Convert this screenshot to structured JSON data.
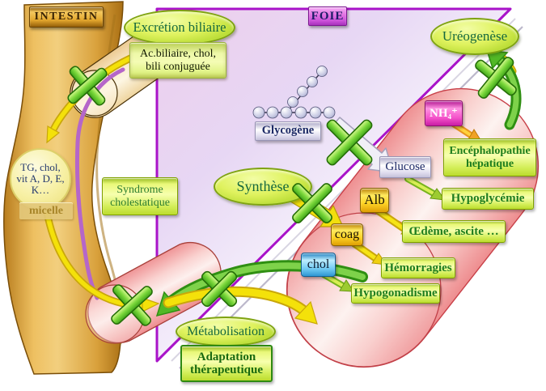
{
  "header": {
    "intestin": "INTESTIN",
    "foie": "FOIE"
  },
  "excretion_biliaire": {
    "title": "Excrétion biliaire",
    "substrates_line1": "Ac.biliaire,  chol,",
    "substrates_line2": "bili conjuguée"
  },
  "intestin_details": {
    "micelle_circle_line1": "TG, chol,",
    "micelle_circle_line2": "vit A, D, E,",
    "micelle_circle_line3": "K…",
    "micelle_label": "micelle",
    "syndrome_line1": "Syndrome",
    "syndrome_line2": "cholestatique"
  },
  "glycogene": {
    "label": "Glycogène",
    "product": "Glucose",
    "consequence": "Hypoglycémie"
  },
  "ureogenese": {
    "title": "Uréogenèse",
    "substrate": "NH₄⁺",
    "consequence": "Encéphalopathie hépatique"
  },
  "synthese": {
    "title": "Synthèse",
    "products": [
      {
        "label": "Alb",
        "consequence": "Œdème, ascite …"
      },
      {
        "label": "coag",
        "consequence": "Hémorragies"
      },
      {
        "label": "chol",
        "consequence": "Hypogonadisme"
      }
    ]
  },
  "metabolisation": {
    "title": "Métabolisation",
    "note_line1": "Adaptation",
    "note_line2": "thérapeutique"
  },
  "colors": {
    "liver_border": "#a913c9",
    "liver_fill": "#e9d5f2",
    "blocked_cross_green": "#55bb28",
    "intestine_tan": "#dfa94d",
    "damaged_tissue_pink": "#ee8e90",
    "flow_arrow_yellow": "#f4e10a"
  }
}
